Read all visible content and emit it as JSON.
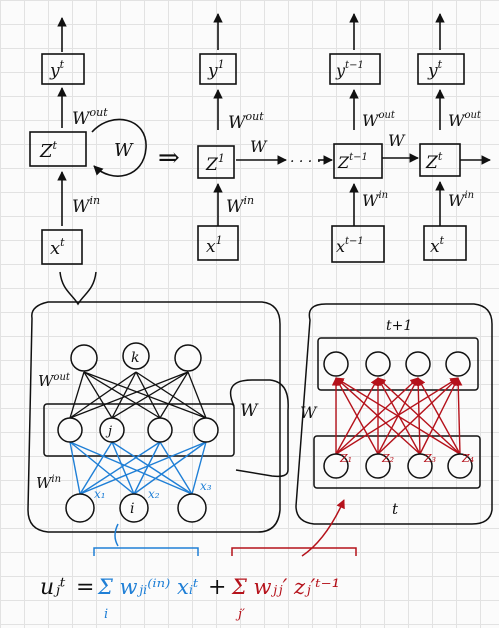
{
  "top": {
    "folded": {
      "y": "y",
      "y_sup": "t",
      "z": "Z",
      "z_sup": "t",
      "x": "x",
      "x_sup": "t",
      "w_out": "W",
      "w_out_sup": "out",
      "w_in": "W",
      "w_in_sup": "in",
      "w": "W"
    },
    "arrow": "⇒",
    "unrolled": [
      {
        "y": "y",
        "y_sup": "1",
        "z": "Z",
        "z_sup": "1",
        "x": "x",
        "x_sup": "1"
      },
      {
        "y": "y",
        "y_sup": "t−1",
        "z": "Z",
        "z_sup": "t−1",
        "x": "x",
        "x_sup": "t−1"
      },
      {
        "y": "y",
        "y_sup": "t",
        "z": "Z",
        "z_sup": "t",
        "x": "x",
        "x_sup": "t"
      }
    ],
    "w_out": "W",
    "w_out_sup": "out",
    "w_in": "W",
    "w_in_sup": "in",
    "w": "W",
    "dots": "· · · ·"
  },
  "network": {
    "output_node": "k",
    "hidden_node": "j",
    "input_node": "i",
    "input_labels": [
      "x₁",
      "x₂",
      "x₃"
    ],
    "w_out": "W",
    "w_out_sup": "out",
    "w_in": "W",
    "w_in_sup": "in",
    "w": "W"
  },
  "recurrent": {
    "top_label": "t+1",
    "bottom_label": "t",
    "w": "W",
    "z_labels": [
      "Z₁",
      "Z₂",
      "Z₃",
      "Z₄"
    ]
  },
  "formula": {
    "lhs": "uⱼᵗ",
    "eq": "=",
    "term1": "Σ wⱼᵢ⁽ⁱⁿ⁾ xᵢᵗ",
    "term1_sub": "i",
    "plus": "+",
    "term2": "Σ wⱼⱼ′ zⱼ′ᵗ⁻¹",
    "term2_sub": "j′"
  },
  "colors": {
    "ink": "#111111",
    "blue": "#1f7fd6",
    "red": "#b5121b",
    "grid": "#e2e2e2"
  }
}
